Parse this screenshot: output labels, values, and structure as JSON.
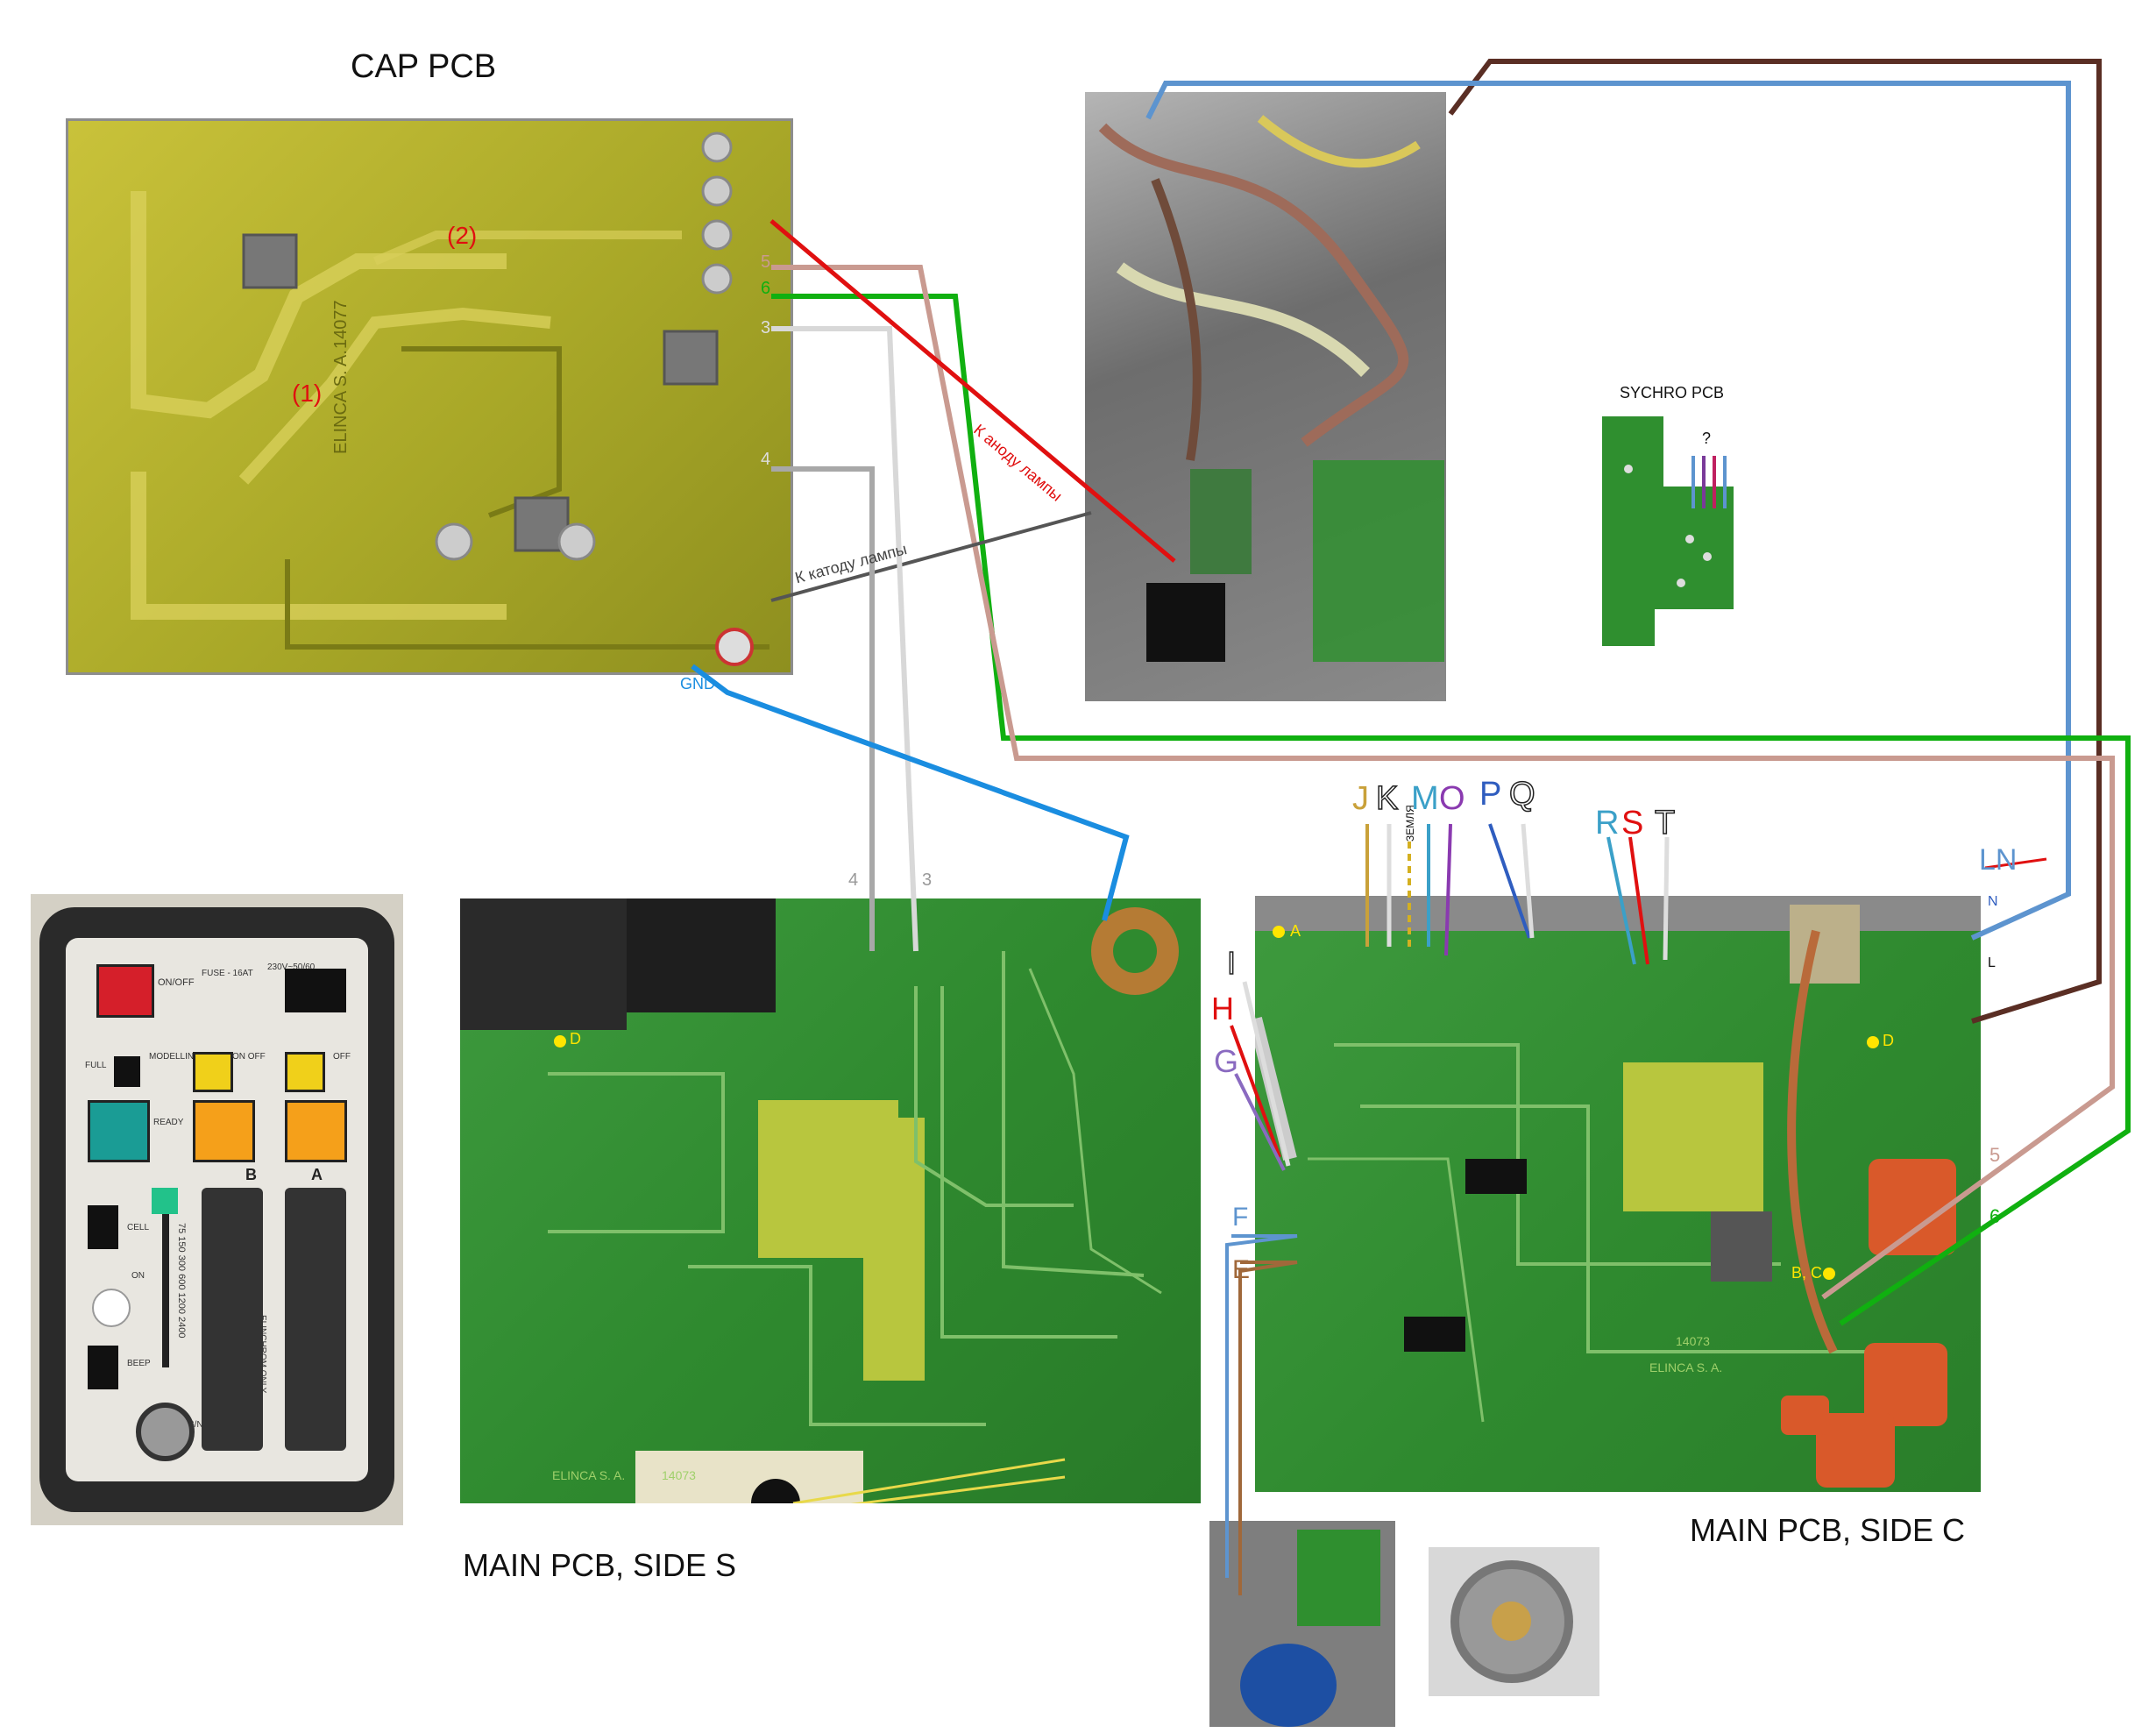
{
  "titles": {
    "cap_pcb": "CAP PCB",
    "main_side_s": "MAIN PCB, SIDE S",
    "main_side_c": "MAIN PCB, SIDE C",
    "sychro_pcb": "SYCHRO PCB"
  },
  "cap_pcb": {
    "annotation_1": "(1)",
    "annotation_2": "(2)",
    "silk_vendor": "ELINCA S. A.",
    "silk_code": "14077",
    "gnd": "GND",
    "pin_5": "5",
    "pin_6": "6",
    "pin_3": "3",
    "pin_4": "4"
  },
  "wire_labels": {
    "anode": "К аноду лампы",
    "cathode": "К катоду лампы",
    "w4": "4",
    "w3": "3",
    "w5": "5",
    "w6": "6",
    "n": "N",
    "l": "L",
    "ln_struck": "LN",
    "sychro_question": "?"
  },
  "main_c_letters": {
    "J": "J",
    "K": "K",
    "M": "M",
    "O": "O",
    "P": "P",
    "Q": "Q",
    "R": "R",
    "S": "S",
    "T": "T",
    "I": "I",
    "H": "H",
    "G": "G",
    "F": "F",
    "E": "E",
    "zemlya": "ЗЕМЛЯ",
    "A": "A",
    "D": "D",
    "BC": "B, C"
  },
  "main_s_letters": {
    "D": "D"
  },
  "main_s_silk": {
    "vendor": "ELINCA S. A.",
    "code": "14073"
  },
  "main_c_silk": {
    "vendor": "ELINCA S. A.",
    "code": "14073"
  },
  "front_panel": {
    "on_off": "ON/OFF",
    "fuse": "FUSE - 16AT",
    "voltage": "230V~50/60",
    "full": "FULL",
    "modelling_prop": "MODELLING PROP",
    "on_off_2": "ON OFF",
    "off": "OFF",
    "ready": "READY",
    "b": "B",
    "a": "A",
    "cell": "CELL",
    "beep": "BEEP",
    "on": "ON",
    "brand": "ELINCHROM ONLY",
    "sync": "S/N",
    "scale": "75 150 300 600 1200 2400"
  },
  "colors": {
    "brown": "#5a2e24",
    "blue": "#5d94cf",
    "green": "#10b010",
    "pink": "#c99a90",
    "red": "#e01010",
    "grey": "#a8a8a8",
    "light_grey": "#d8d8d8",
    "gnd_blue": "#1a8de0",
    "dark_grey": "#555555",
    "pcb_green": "#2f8f2f",
    "cap_yellow": "#b9b42a"
  }
}
